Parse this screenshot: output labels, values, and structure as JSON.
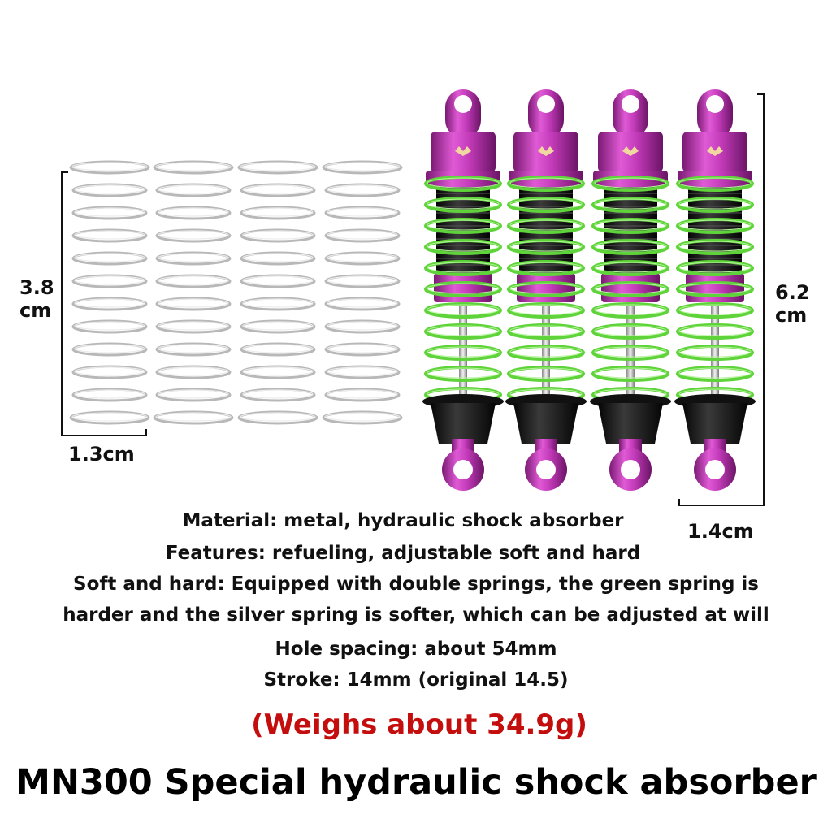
{
  "dimensions": {
    "spring_height_line1": "3.8",
    "spring_height_line2": "cm",
    "spring_width": "1.3cm",
    "shock_height_line1": "6.2",
    "shock_height_line2": "cm",
    "shock_width": "1.4cm"
  },
  "specs": [
    "Material: metal, hydraulic shock absorber",
    "Features: refueling, adjustable soft and hard",
    "Soft and hard: Equipped with double springs, the green spring is",
    "harder and the silver spring is softer, which can be adjusted at will",
    "Hole spacing: about 54mm",
    "Stroke: 14mm (original 14.5)"
  ],
  "weight": "(Weighs about 34.9g)",
  "title": "MN300 Special hydraulic shock absorber",
  "colors": {
    "shock_body": "#c23ab8",
    "green_spring": "#5fd33a",
    "silver_spring": "#b8b8b8",
    "weight_text": "#c40d0d"
  }
}
